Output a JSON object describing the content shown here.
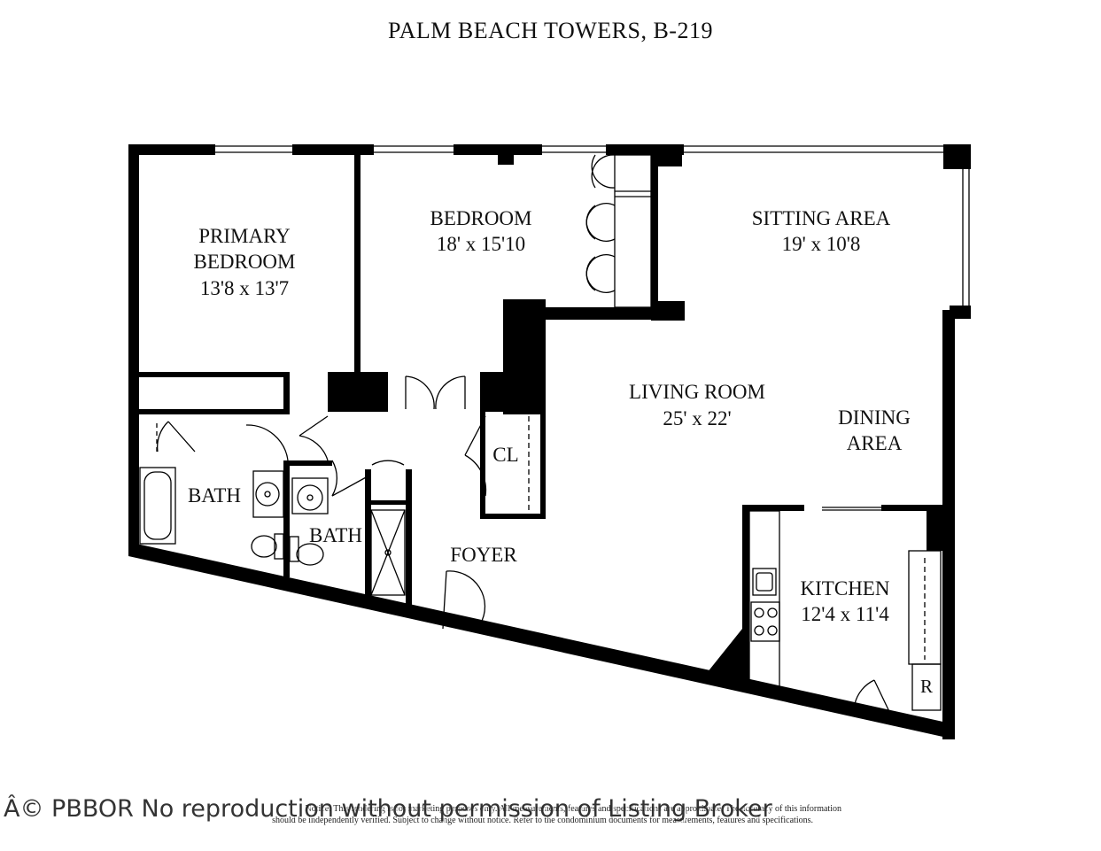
{
  "title": "PALM BEACH TOWERS, B-219",
  "rooms": {
    "primary_bedroom": {
      "line1": "PRIMARY",
      "line2": "BEDROOM",
      "size": "13'8 x 13'7"
    },
    "bedroom": {
      "name": "BEDROOM",
      "size": "18' x 15'10"
    },
    "sitting_area": {
      "name": "SITTING AREA",
      "size": "19' x 10'8"
    },
    "living_room": {
      "name": "LIVING ROOM",
      "size": "25' x 22'"
    },
    "dining_area": {
      "line1": "DINING",
      "line2": "AREA"
    },
    "kitchen": {
      "name": "KITCHEN",
      "size": "12'4 x 11'4"
    },
    "bath_1": {
      "name": "BATH"
    },
    "bath_2": {
      "name": "BATH"
    },
    "foyer": {
      "name": "FOYER"
    },
    "closet": {
      "name": "CL"
    },
    "refrigerator": {
      "name": "R"
    }
  },
  "notice": {
    "line1": "Notice: This rendering is for marketing purposes only. All measurements, features and specifications are approximate. The accuracy of this information",
    "line2": "should be independently verified. Subject to change without notice. Refer to the condominium documents for measurements, features and specifications."
  },
  "watermark": "Â© PBBOR No reproduction without permission of Listing Broker"
}
